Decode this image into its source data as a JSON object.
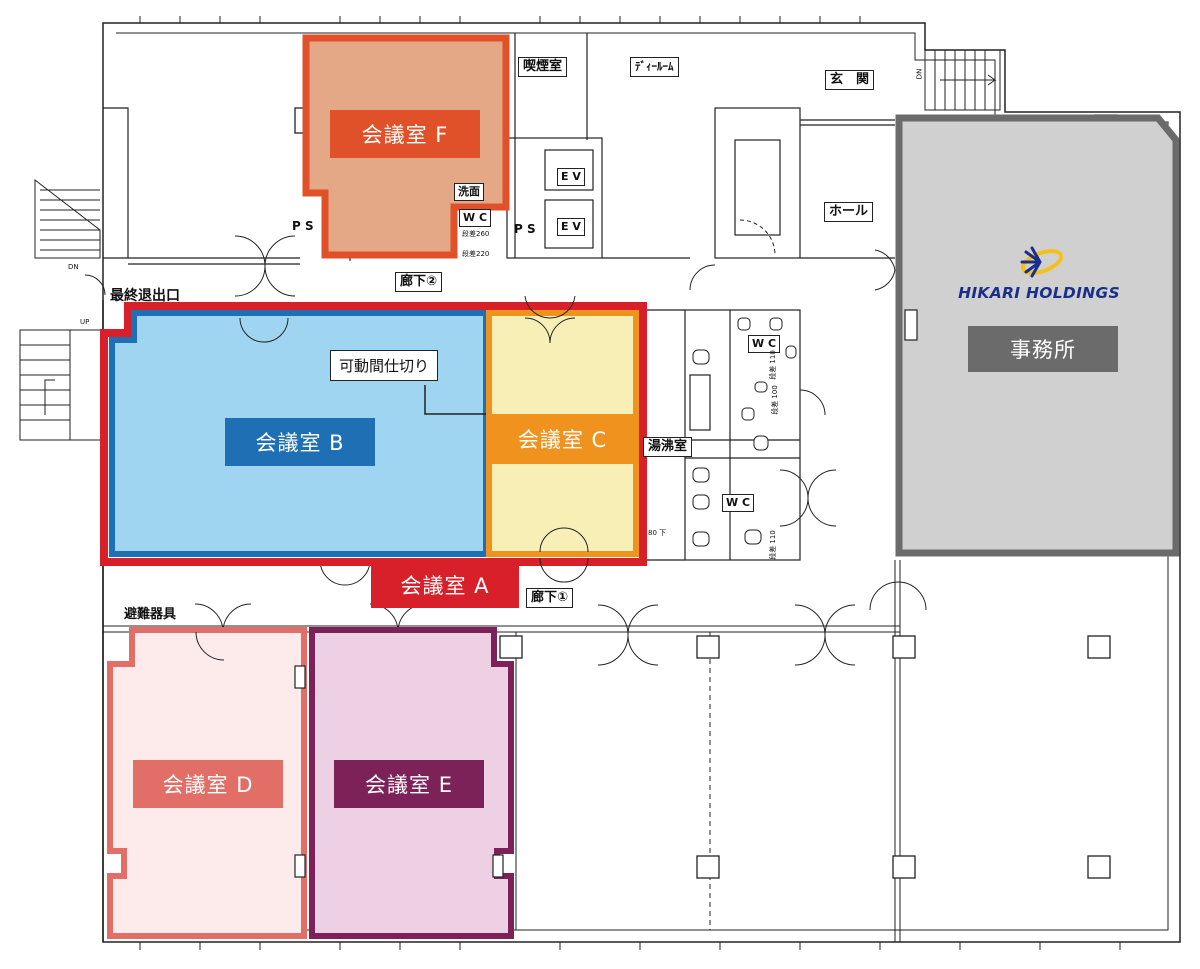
{
  "rooms": {
    "A": {
      "label": "会議室 A",
      "color": "#d8202a"
    },
    "B": {
      "label": "会議室 B",
      "color": "#1f6fb5",
      "fill": "#9fd5f0"
    },
    "C": {
      "label": "会議室 C",
      "color": "#f0921e",
      "fill": "#f7efb6"
    },
    "D": {
      "label": "会議室 D",
      "color": "#e26f67",
      "fill": "#fcebea"
    },
    "E": {
      "label": "会議室 E",
      "color": "#7c2259",
      "fill": "#eed0e4"
    },
    "F": {
      "label": "会議室 F",
      "color": "#e0512a",
      "fill": "#e5a887"
    }
  },
  "office": {
    "label": "事務所",
    "color": "#6b6b6b",
    "fill": "#d0d0d0"
  },
  "logo": {
    "text": "HIKARI HOLDINGS",
    "color": "#1b2f8a",
    "accent": "#f2c21b"
  },
  "partition_label": "可動間仕切り",
  "tags": {
    "smoking": "喫煙室",
    "tearoom": "ﾃﾞｨｰﾙｰﾑ",
    "entrance": "玄　関",
    "hall": "ホール",
    "corridor2": "廊下②",
    "corridor1": "廊下①",
    "final_exit": "最終退出口",
    "kettle": "湯沸室",
    "evac": "避難器具",
    "wash": "洗面",
    "ps1": "P S",
    "ps2": "P S",
    "ev1": "E V",
    "ev2": "E V",
    "wc1": "W C",
    "wc2": "W C",
    "wc3": "W C"
  },
  "small": {
    "dn1": "DN",
    "dn2": "DN",
    "up": "UP",
    "step1": "段差260",
    "step2": "段差220",
    "step3": "段差 110",
    "step4": "段差 100",
    "step5": "段差 110",
    "step6": "80 下"
  }
}
